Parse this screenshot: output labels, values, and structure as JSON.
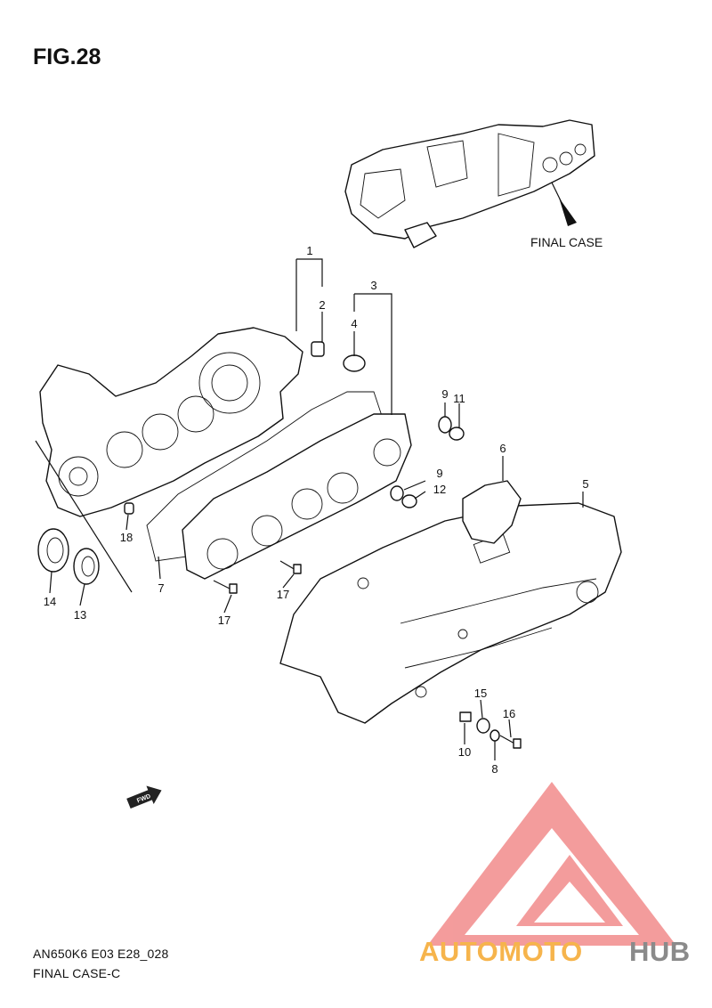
{
  "figure": {
    "title": "FIG.28"
  },
  "reference_label": "FINAL CASE",
  "callouts": [
    {
      "id": "p1",
      "text": "1"
    },
    {
      "id": "p2",
      "text": "2"
    },
    {
      "id": "p3",
      "text": "3"
    },
    {
      "id": "p4",
      "text": "4"
    },
    {
      "id": "p5",
      "text": "5"
    },
    {
      "id": "p6",
      "text": "6"
    },
    {
      "id": "p7",
      "text": "7"
    },
    {
      "id": "p8",
      "text": "8"
    },
    {
      "id": "p9a",
      "text": "9"
    },
    {
      "id": "p9b",
      "text": "9"
    },
    {
      "id": "p10",
      "text": "10"
    },
    {
      "id": "p11",
      "text": "11"
    },
    {
      "id": "p12",
      "text": "12"
    },
    {
      "id": "p13",
      "text": "13"
    },
    {
      "id": "p14",
      "text": "14"
    },
    {
      "id": "p15",
      "text": "15"
    },
    {
      "id": "p16",
      "text": "16"
    },
    {
      "id": "p17a",
      "text": "17"
    },
    {
      "id": "p17b",
      "text": "17"
    },
    {
      "id": "p18",
      "text": "18"
    }
  ],
  "direction_marker": "FWD",
  "footer": {
    "code": "AN650K6 E03 E28_028",
    "name": "FINAL CASE-C"
  },
  "watermark": {
    "part1": "AUTOMOTO",
    "part2": "HUB",
    "colors": {
      "logo": "#f28b8b",
      "part1": "#f6b44c",
      "part2": "#8a8a8a"
    }
  }
}
